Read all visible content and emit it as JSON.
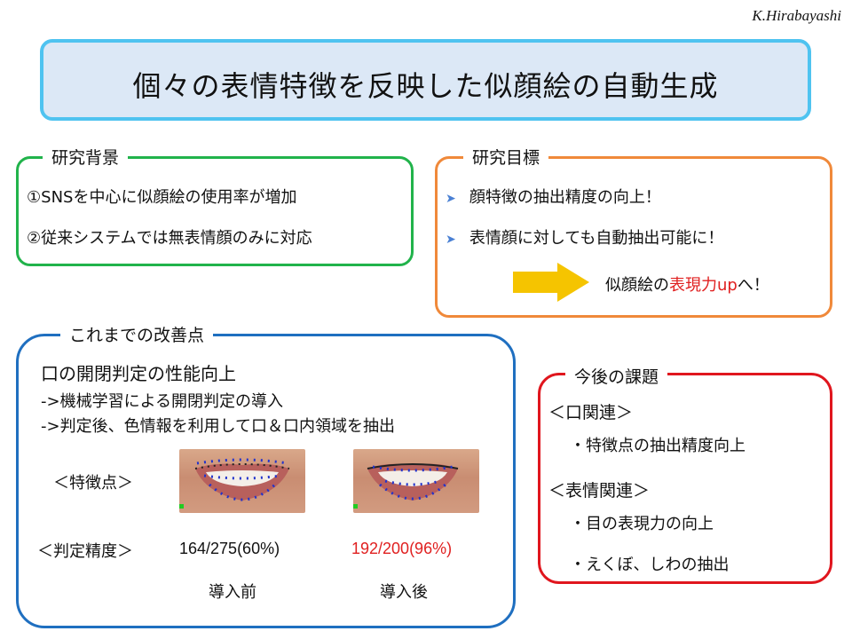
{
  "author": "K.Hirabayashi",
  "title": "個々の表情特徴を反映した似顔絵の自動生成",
  "background": {
    "heading": "研究背景",
    "items": [
      "①SNSを中心に似顔絵の使用率が増加",
      "②従来システムでは無表情顔のみに対応"
    ]
  },
  "goal": {
    "heading": "研究目標",
    "items": [
      "顔特徴の抽出精度の向上！",
      "表情顔に対しても自動抽出可能に！"
    ],
    "result_prefix": "似顔絵の",
    "result_highlight": "表現力up",
    "result_suffix": "へ！"
  },
  "improvements": {
    "heading": "これまでの改善点",
    "subtitle": "口の開閉判定の性能向上",
    "lines": [
      "->機械学習による開閉判定の導入",
      "->判定後、色情報を利用して口＆口内領域を抽出"
    ],
    "feature_label": "＜特徴点＞",
    "accuracy_label": "＜判定精度＞",
    "before_accuracy": "164/275(60%)",
    "after_accuracy": "192/200(96%)",
    "before_label": "導入前",
    "after_label": "導入後"
  },
  "future": {
    "heading": "今後の課題",
    "mouth_heading": "＜口関連＞",
    "mouth_items": [
      "・特徴点の抽出精度向上"
    ],
    "expression_heading": "＜表情関連＞",
    "expression_items": [
      "・目の表現力の向上",
      "・えくぼ、しわの抽出"
    ]
  },
  "colors": {
    "title_border": "#4fc3f0",
    "title_fill": "#dce8f6",
    "background_border": "#21b34b",
    "goal_border": "#f0893a",
    "improvements_border": "#1f6fc0",
    "future_border": "#e0161e",
    "highlight_red": "#e02020",
    "arrow_yellow": "#f5c400"
  }
}
